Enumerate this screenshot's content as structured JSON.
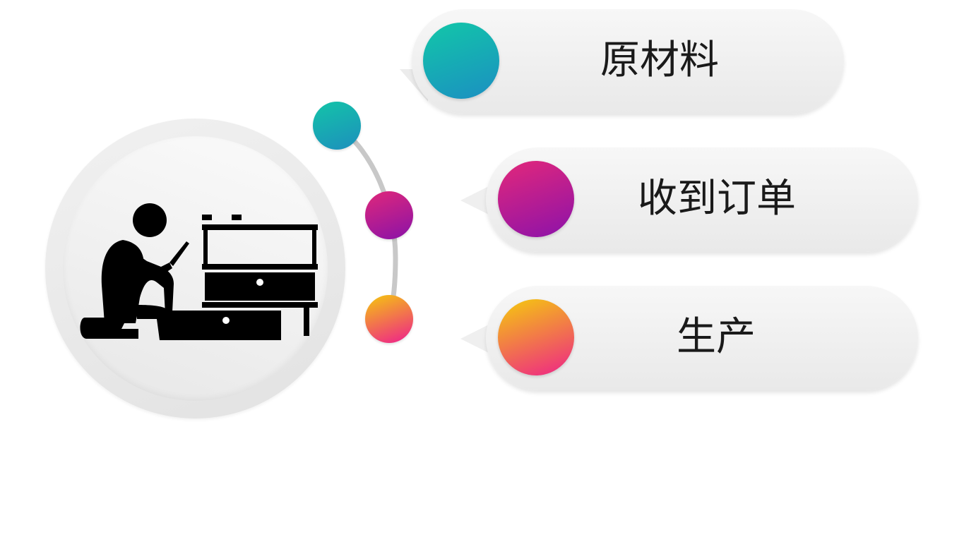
{
  "diagram": {
    "steps": [
      {
        "label": "原材料",
        "color_start": "#12c7a8",
        "color_end": "#1b8fc2"
      },
      {
        "label": "收到订单",
        "color_start": "#e3287a",
        "color_end": "#8c12aa"
      },
      {
        "label": "生产",
        "color_start": "#f5cc0c",
        "color_end": "#ee2388"
      }
    ],
    "central_icon": "worker-assembling-furniture-icon"
  }
}
